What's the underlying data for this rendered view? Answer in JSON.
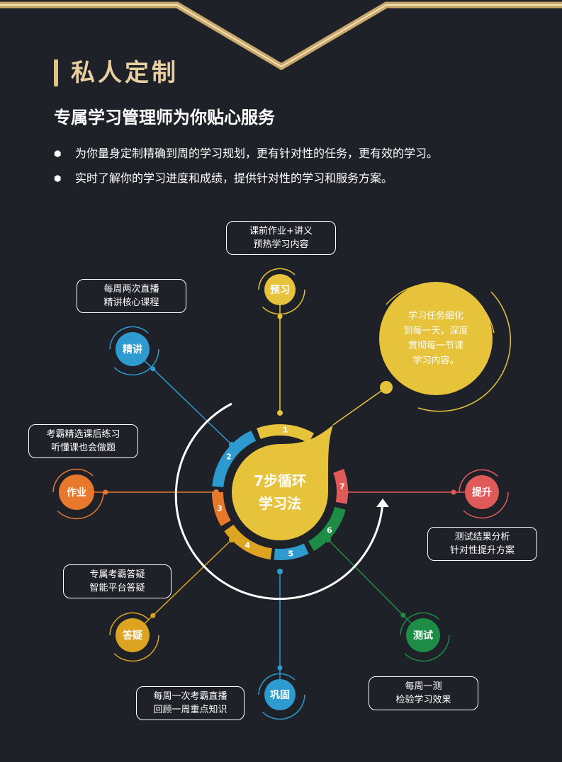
{
  "section": {
    "title": "私人定制"
  },
  "subtitle": "专属学习管理师为你贴心服务",
  "bullets": [
    "为你量身定制精确到周的学习规划，更有针对性的任务，更有效的学习。",
    "实时了解你的学习进度和成绩，提供针对性的学习和服务方案。"
  ],
  "diagram": {
    "center_lines": [
      "7步循环",
      "学习法"
    ],
    "yellow_desc": [
      "学习任务细化",
      "到每一天，深度",
      "贯彻每一节课",
      "学习内容。"
    ],
    "steps": [
      {
        "num": "1",
        "label": "预习",
        "color": "#e7c23b",
        "desc": [
          "课前作业+讲义",
          "预热学习内容"
        ]
      },
      {
        "num": "2",
        "label": "精讲",
        "color": "#2e9bd0",
        "desc": [
          "每周两次直播",
          "精讲核心课程"
        ]
      },
      {
        "num": "3",
        "label": "作业",
        "color": "#e8782c",
        "desc": [
          "考霸精选课后练习",
          "听懂课也会做题"
        ]
      },
      {
        "num": "4",
        "label": "答疑",
        "color": "#dda422",
        "desc": [
          "专属考霸答疑",
          "智能平台答疑"
        ]
      },
      {
        "num": "5",
        "label": "巩固",
        "color": "#2e9bd0",
        "desc": [
          "每周一次考霸直播",
          "回顾一周重点知识"
        ]
      },
      {
        "num": "6",
        "label": "测试",
        "color": "#1d8c45",
        "desc": [
          "每周一测",
          "检验学习效果"
        ]
      },
      {
        "num": "7",
        "label": "提升",
        "color": "#e05a5a",
        "desc": [
          "测试结果分析",
          "针对性提升方案"
        ]
      }
    ]
  },
  "colors": {
    "background": "#1f2128",
    "gold": "#e2c386",
    "yellow": "#e7c23b"
  }
}
